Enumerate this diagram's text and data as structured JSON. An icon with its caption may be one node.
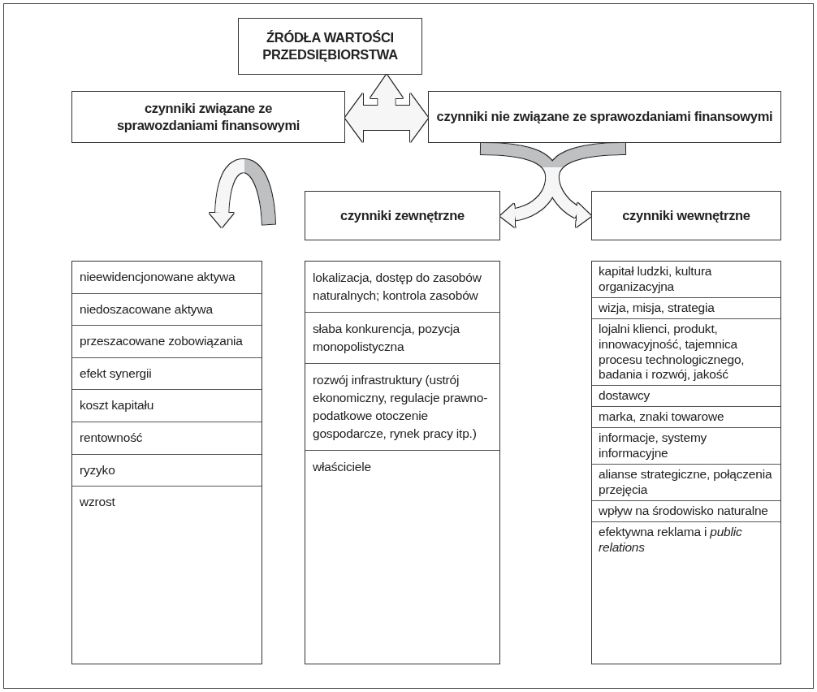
{
  "diagram": {
    "nodes": [
      {
        "text": [
          "ŹRÓDŁA WARTOŚCI PRZEDSIĘBIORSTWA"
        ]
      },
      {
        "text": [
          "czynniki związane ze sprawozdaniami finansowymi"
        ]
      },
      {
        "text": [
          "czynniki nie związane ze sprawozdaniami finansowymi"
        ]
      },
      {
        "text": [
          "czynniki zewnętrzne"
        ]
      },
      {
        "text": [
          "czynniki wewnętrzne"
        ]
      },
      {
        "text": [],
        "shape": "box"
      },
      {
        "text": [
          "nieewidencjonowane aktywa"
        ],
        "in": 5
      },
      {
        "text": [
          "niedoszacowane aktywa"
        ],
        "in": 5
      },
      {
        "text": [
          "przeszacowane zobowiązania"
        ],
        "in": 5
      },
      {
        "text": [
          "efekt synergii"
        ],
        "in": 5
      },
      {
        "text": [
          "koszt kapitału"
        ],
        "in": 5
      },
      {
        "text": [
          "rentowność"
        ],
        "in": 5
      },
      {
        "text": [
          "ryzyko"
        ],
        "in": 5
      },
      {
        "text": [
          "wzrost"
        ],
        "in": 5
      },
      {
        "text": [],
        "shape": "box"
      },
      {
        "text": [
          "lokalizacja, dostęp do zasobów naturalnych; kontrola zasobów"
        ],
        "in": 14
      },
      {
        "text": [
          "słaba konkurencja, pozycja monopolistyczna"
        ],
        "in": 14
      },
      {
        "text": [
          "rozwój infrastruktury (ustrój ekonomiczny, regulacje prawno-podatkowe otoczenie gospodarcze, rynek pracy itp.)"
        ],
        "in": 14
      },
      {
        "text": [
          "właściciele"
        ],
        "in": 14
      },
      {
        "text": [],
        "shape": "box"
      },
      {
        "text": [
          "kapitał ludzki, kultura organizacyjna"
        ],
        "in": 19
      },
      {
        "text": [
          "wizja, misja, strategia"
        ],
        "in": 19
      },
      {
        "text": [
          "lojalni klienci, produkt, innowacyjność, tajemnica procesu technologicznego, badania i rozwój, jakość"
        ],
        "in": 19
      },
      {
        "text": [
          "dostawcy"
        ],
        "in": 19
      },
      {
        "text": [
          "marka, znaki towarowe"
        ],
        "in": 19
      },
      {
        "text": [
          "informacje, systemy informacyjne"
        ],
        "in": 19
      },
      {
        "text": [
          "alianse strategiczne, połączenia przejęcia"
        ],
        "in": 19
      },
      {
        "text": [
          "wpływ na środowisko naturalne"
        ],
        "in": 19
      },
      {
        "text": [
          "efektywna reklama i *public relations*"
        ],
        "in": 19
      }
    ],
    "edges": [
      {
        "from": 1,
        "to": 2,
        "arrow": "both"
      },
      {
        "from": null,
        "to": 0,
        "arrow": "to"
      },
      {
        "from": 2,
        "to": 3,
        "arrow": "to"
      },
      {
        "from": 2,
        "to": 4,
        "arrow": "to"
      },
      {
        "from": null,
        "to": 5,
        "arrow": "to"
      }
    ]
  }
}
